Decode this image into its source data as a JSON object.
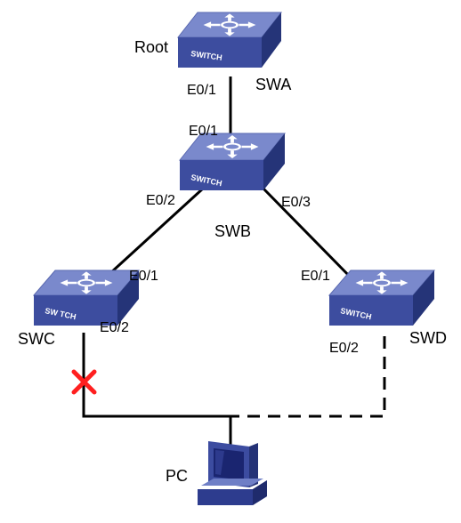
{
  "colors": {
    "switch_top": "#7585c9",
    "switch_top_light": "#8f9cd6",
    "switch_front": "#3a4a9c",
    "switch_side": "#22306f",
    "switch_arrow": "#ffffff",
    "link": "#000000",
    "fault_mark": "#ff1f1f",
    "pc_body": "#3c4ca0",
    "pc_screen": "#1a2570"
  },
  "icons": {
    "switch": "network-switch-icon",
    "pc": "desktop-computer-icon",
    "fault": "red-x-icon"
  },
  "switch_face_label": "SWITCH",
  "switch_face_label_swc": "SW TCH",
  "switch_face_label_swd": "SWITCH",
  "nodes": {
    "swa": {
      "name": "SWA",
      "role": "Root"
    },
    "swb": {
      "name": "SWB"
    },
    "swc": {
      "name": "SWC"
    },
    "swd": {
      "name": "SWD"
    },
    "pc": {
      "name": "PC"
    }
  },
  "ports": {
    "swa_down": "E0/1",
    "swb_up": "E0/1",
    "swb_left": "E0/2",
    "swb_right": "E0/3",
    "swc_up": "E0/1",
    "swc_down": "E0/2",
    "swd_up": "E0/1",
    "swd_down": "E0/2"
  },
  "links": [
    {
      "from": "SWA",
      "from_port": "E0/1",
      "to": "SWB",
      "to_port": "E0/1",
      "state": "forwarding"
    },
    {
      "from": "SWB",
      "from_port": "E0/2",
      "to": "SWC",
      "to_port": "E0/1",
      "state": "forwarding"
    },
    {
      "from": "SWB",
      "from_port": "E0/3",
      "to": "SWD",
      "to_port": "E0/1",
      "state": "forwarding"
    },
    {
      "from": "SWC",
      "from_port": "E0/2",
      "to": "PC",
      "state": "failed"
    },
    {
      "from": "SWD",
      "from_port": "E0/2",
      "to": "PC",
      "state": "standby"
    }
  ]
}
